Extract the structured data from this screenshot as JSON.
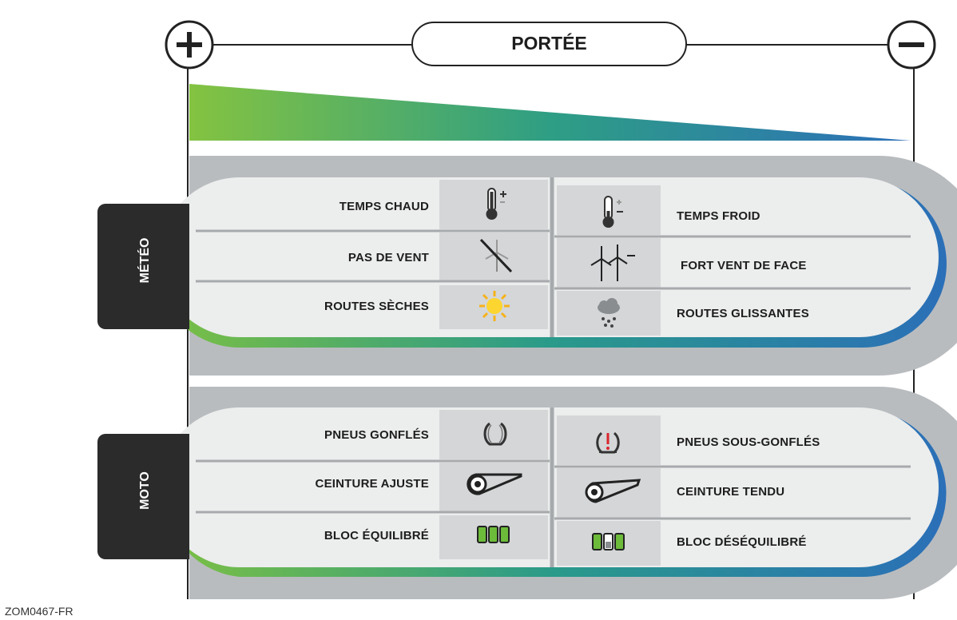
{
  "header": {
    "title": "PORTÉE",
    "plus_symbol": "+",
    "minus_symbol": "−"
  },
  "colors": {
    "gradient_start": "#7cc043",
    "gradient_mid": "#2a9a8a",
    "gradient_end": "#2b6fb8",
    "panel_gray": "#b9bcbf",
    "row_light": "#eceded",
    "icon_cell": "#d6d8da",
    "tab_dark": "#2b2b2b"
  },
  "meteo": {
    "tab_label": "MÉTÉO",
    "rows": [
      {
        "left": "TEMPS CHAUD",
        "left_icon": "thermometer-hot-icon",
        "right_icon": "thermometer-cold-icon",
        "right": "TEMPS FROID"
      },
      {
        "left": "PAS DE VENT",
        "left_icon": "no-wind-turbine-icon",
        "right_icon": "wind-turbines-icon",
        "right": "FORT VENT DE FACE"
      },
      {
        "left": "ROUTES SÈCHES",
        "left_icon": "sun-icon",
        "right_icon": "rain-cloud-icon",
        "right": "ROUTES GLISSANTES"
      }
    ]
  },
  "moto": {
    "tab_label": "MOTO",
    "rows": [
      {
        "left": "PNEUS GONFLÉS",
        "left_icon": "tire-icon",
        "right_icon": "tire-warning-icon",
        "right": "PNEUS SOUS-GONFLÉS"
      },
      {
        "left": "CEINTURE AJUSTE",
        "left_icon": "belt-adjusted-icon",
        "right_icon": "belt-tight-icon",
        "right": "CEINTURE TENDU"
      },
      {
        "left": "BLOC ÉQUILIBRÉ",
        "left_icon": "battery-balanced-icon",
        "right_icon": "battery-unbalanced-icon",
        "right": "BLOC DÉSÉQUILIBRÉ"
      }
    ]
  },
  "footer": {
    "code": "ZOM0467-FR"
  }
}
